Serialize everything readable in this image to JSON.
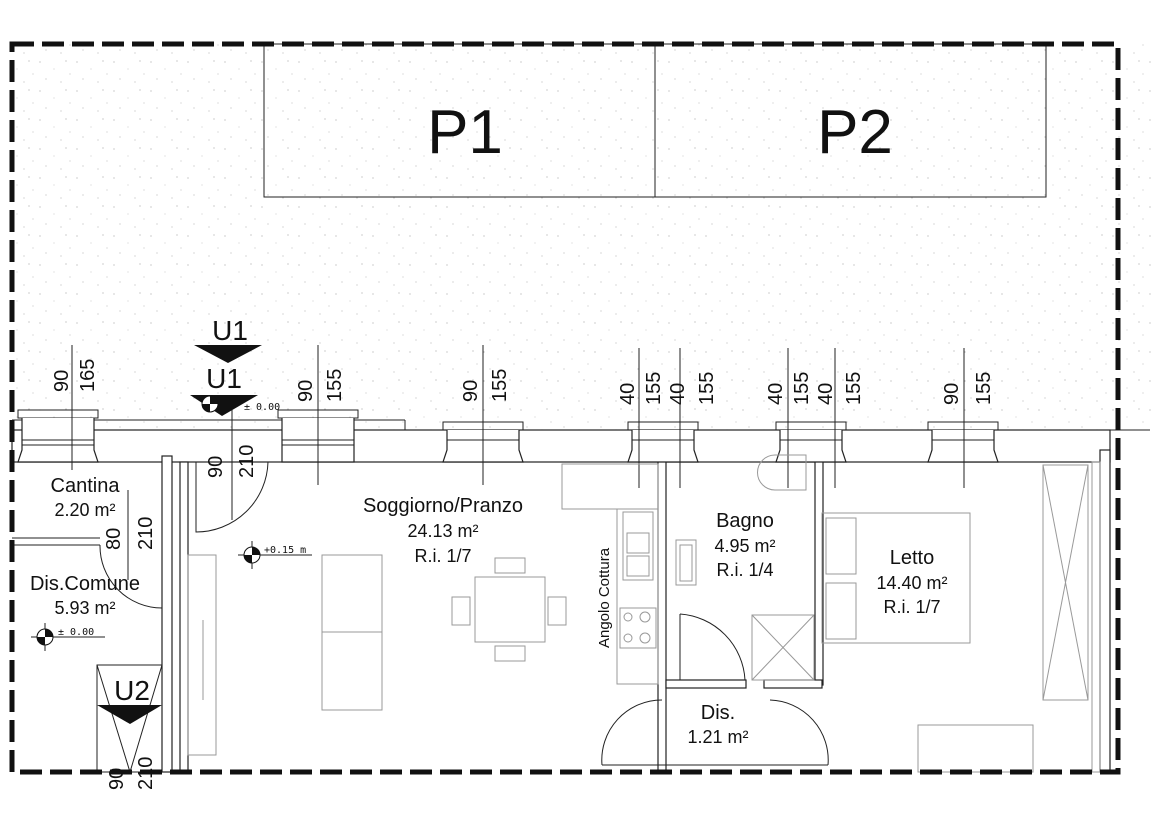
{
  "parking": [
    {
      "label": "P1"
    },
    {
      "label": "P2"
    }
  ],
  "entrances": {
    "u1_top": "U1",
    "u1_bottom": "U1",
    "u2": "U2"
  },
  "levels": {
    "entry": "± 0.00",
    "living": "+0.15 m",
    "common": "± 0.00"
  },
  "rooms": {
    "cantina": {
      "name": "Cantina",
      "area": "2.20 m²"
    },
    "dis_comune": {
      "name": "Dis.Comune",
      "area": "5.93 m²"
    },
    "soggiorno": {
      "name": "Soggiorno/Pranzo",
      "area": "24.13 m²",
      "ratio": "R.i. 1/7"
    },
    "cucina": {
      "name": "Angolo Cottura"
    },
    "bagno": {
      "name": "Bagno",
      "area": "4.95 m²",
      "ratio": "R.i. 1/4"
    },
    "letto": {
      "name": "Letto",
      "area": "14.40 m²",
      "ratio": "R.i. 1/7"
    },
    "dis": {
      "name": "Dis.",
      "area": "1.21 m²"
    }
  },
  "windows": [
    {
      "width": "90",
      "height": "165"
    },
    {
      "width": "90",
      "height": "155"
    },
    {
      "width": "90",
      "height": "155"
    },
    {
      "width": "40",
      "height": "155"
    },
    {
      "width": "40",
      "height": "155"
    },
    {
      "width": "40",
      "height": "155"
    },
    {
      "width": "40",
      "height": "155"
    },
    {
      "width": "90",
      "height": "155"
    }
  ],
  "doors": {
    "entry": {
      "width": "90",
      "height": "210"
    },
    "cantina": {
      "width": "80",
      "height": "210"
    },
    "common": {
      "width": "90",
      "height": "210"
    }
  }
}
